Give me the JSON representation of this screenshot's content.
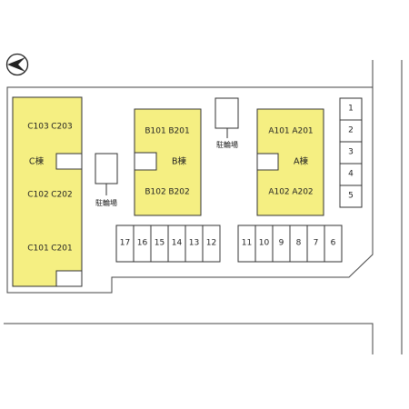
{
  "colors": {
    "building_fill": "#f5ef82",
    "line": "#444444",
    "background": "#ffffff"
  },
  "compass": {
    "icon": "north-arrow-icon"
  },
  "buildings": {
    "c": {
      "name": "C棟",
      "units": [
        "C103",
        "C203",
        "C102",
        "C202",
        "C101",
        "C201"
      ]
    },
    "b": {
      "name": "B棟",
      "units": [
        "B101",
        "B201",
        "B102",
        "B202"
      ]
    },
    "a": {
      "name": "A棟",
      "units": [
        "A101",
        "A201",
        "A102",
        "A202"
      ]
    }
  },
  "bicycle_parking": [
    {
      "label": "駐輪場"
    },
    {
      "label": "駐輪場"
    }
  ],
  "parking_right_column": [
    "1",
    "2",
    "3",
    "4",
    "5"
  ],
  "parking_bottom_right": [
    "11",
    "10",
    "9",
    "8",
    "7",
    "6"
  ],
  "parking_bottom_middle": [
    "17",
    "16",
    "15",
    "14",
    "13",
    "12"
  ]
}
